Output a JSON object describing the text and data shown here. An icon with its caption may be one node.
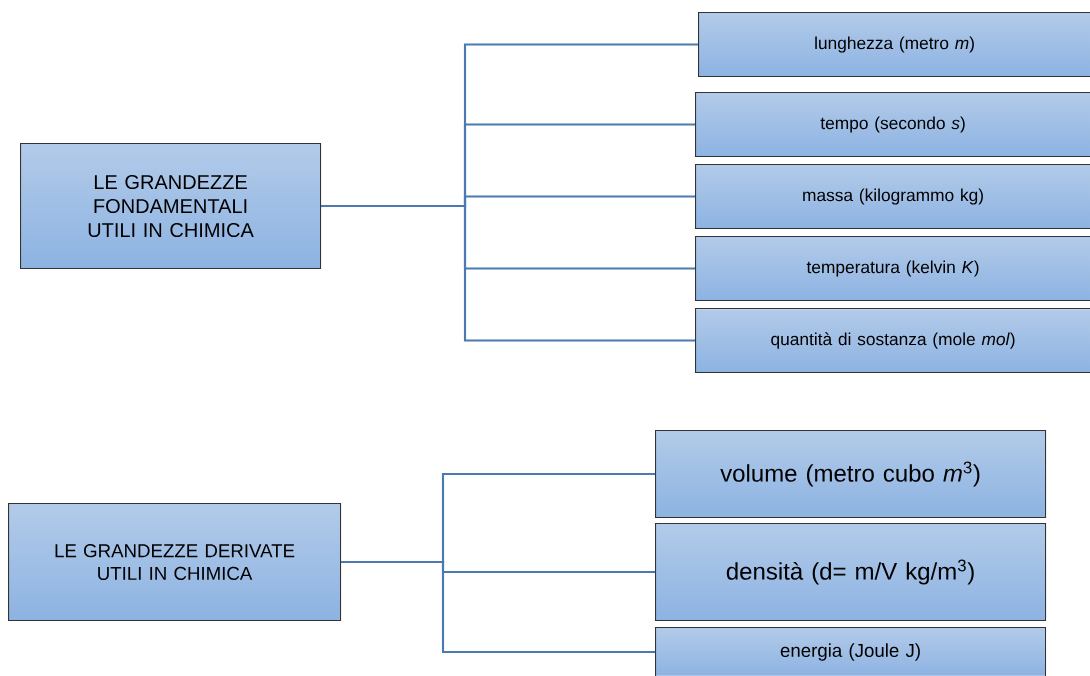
{
  "diagram": {
    "nodes": [
      {
        "text": [
          "LE GRANDEZZE FONDAMENTALI UTILI IN CHIMICA"
        ]
      },
      {
        "text": [
          "lunghezza (metro *m*)"
        ]
      },
      {
        "text": [
          "tempo (secondo *s*)"
        ]
      },
      {
        "text": [
          "massa (kilogrammo kg)"
        ]
      },
      {
        "text": [
          "temperatura (kelvin *K*)"
        ]
      },
      {
        "text": [
          "quantità di sostanza (mole *mol*)"
        ]
      },
      {
        "text": [
          "LE GRANDEZZE DERIVATE UTILI IN CHIMICA"
        ]
      },
      {
        "text": [
          "volume (metro cubo *m*$^{3}$)"
        ]
      },
      {
        "text": [
          "densità (d= m/V  kg/m$^{3}$)"
        ]
      },
      {
        "text": [
          "energia (Joule J)"
        ]
      }
    ],
    "edges": [
      {
        "from": 0,
        "to": 1,
        "arrow": "none"
      },
      {
        "from": 0,
        "to": 2,
        "arrow": "none"
      },
      {
        "from": 0,
        "to": 3,
        "arrow": "none"
      },
      {
        "from": 0,
        "to": 4,
        "arrow": "none"
      },
      {
        "from": 0,
        "to": 5,
        "arrow": "none"
      },
      {
        "from": 6,
        "to": 7,
        "arrow": "none"
      },
      {
        "from": 6,
        "to": 8,
        "arrow": "none"
      },
      {
        "from": 6,
        "to": 9,
        "arrow": "none"
      }
    ]
  }
}
